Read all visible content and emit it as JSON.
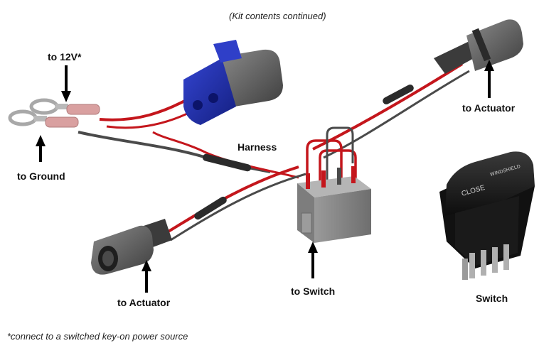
{
  "header": {
    "note": "(Kit contents continued)"
  },
  "labels": {
    "power": "to 12V*",
    "ground": "to Ground",
    "harness": "Harness",
    "actuator_top": "to Actuator",
    "actuator_bottom": "to Actuator",
    "switch_connector": "to Switch",
    "switch": "Switch"
  },
  "footer": {
    "note": "*connect to a switched key-on power source"
  },
  "switch_face": {
    "line1": "WINDSHIELD",
    "line2": "CLOSE"
  },
  "colors": {
    "wire_red": "#c4161c",
    "wire_gray": "#4a4a4a",
    "connector_blue": "#1f2fa8",
    "connector_gray": "#5b5b5b",
    "ring_terminal": "#b9b9b9",
    "heat_shrink": "#d9a0a0"
  }
}
